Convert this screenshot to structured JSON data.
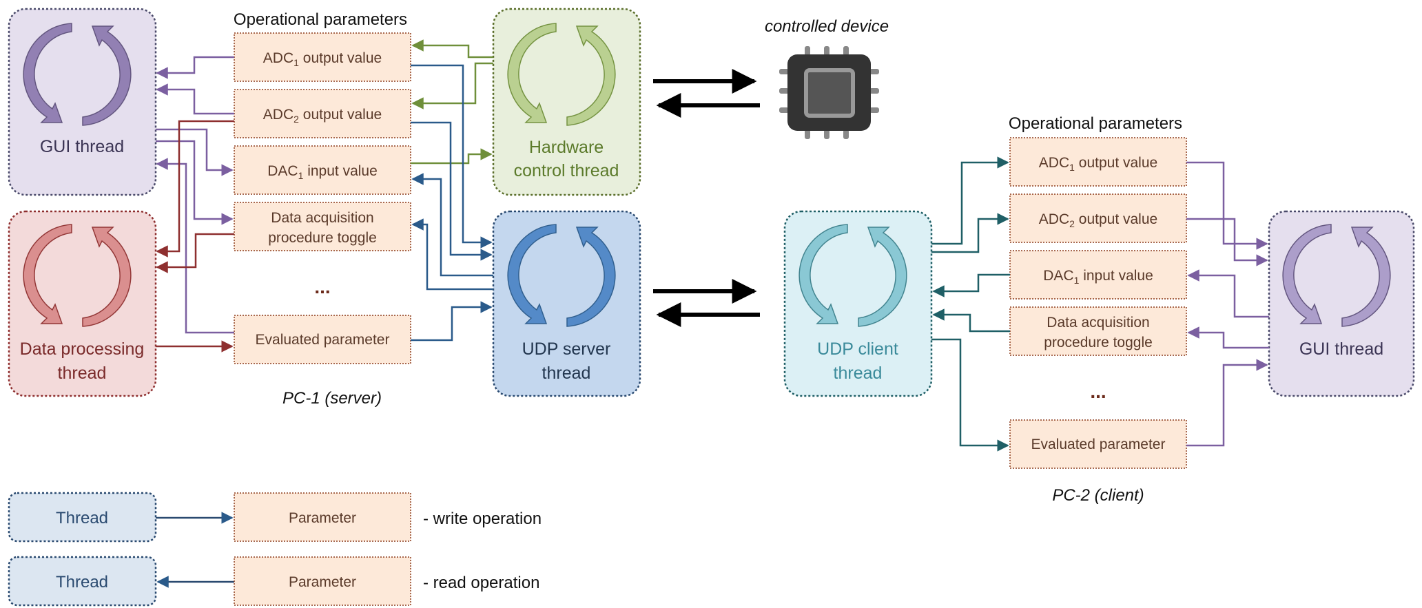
{
  "pc1": {
    "ops_title": "Operational parameters",
    "caption": "PC-1 (server)",
    "gui_thread": "GUI thread",
    "data_proc_line1": "Data processing",
    "data_proc_line2": "thread",
    "hw_line1": "Hardware",
    "hw_line2": "control thread",
    "udp_line1": "UDP server",
    "udp_line2": "thread",
    "params": {
      "adc1": {
        "base": "ADC",
        "sub": "1",
        "rest": " output value"
      },
      "adc2": {
        "base": "ADC",
        "sub": "2",
        "rest": " output value"
      },
      "dac1": {
        "base": "DAC",
        "sub": "1",
        "rest": " input value"
      },
      "daq_line1": "Data acquisition",
      "daq_line2": "procedure toggle",
      "ellipsis": "...",
      "evaluated": "Evaluated parameter"
    }
  },
  "device": {
    "label": "controlled device"
  },
  "pc2": {
    "ops_title": "Operational parameters",
    "caption": "PC-2 (client)",
    "gui_thread": "GUI thread",
    "udp_line1": "UDP client",
    "udp_line2": "thread",
    "params": {
      "adc1": {
        "base": "ADC",
        "sub": "1",
        "rest": " output value"
      },
      "adc2": {
        "base": "ADC",
        "sub": "2",
        "rest": " output value"
      },
      "dac1": {
        "base": "DAC",
        "sub": "1",
        "rest": " input value"
      },
      "daq_line1": "Data acquisition",
      "daq_line2": "procedure toggle",
      "ellipsis": "...",
      "evaluated": "Evaluated parameter"
    }
  },
  "legend": {
    "thread": "Thread",
    "parameter": "Parameter",
    "write": "- write operation",
    "read": "- read operation"
  },
  "colors": {
    "purple": "#7b5fa0",
    "red": "#8e2f2f",
    "green": "#6f8f3a",
    "blue": "#2a5a8a",
    "teal": "#1f5f66",
    "param_fill": "#fde9d9",
    "param_border": "#8b3a1a"
  }
}
